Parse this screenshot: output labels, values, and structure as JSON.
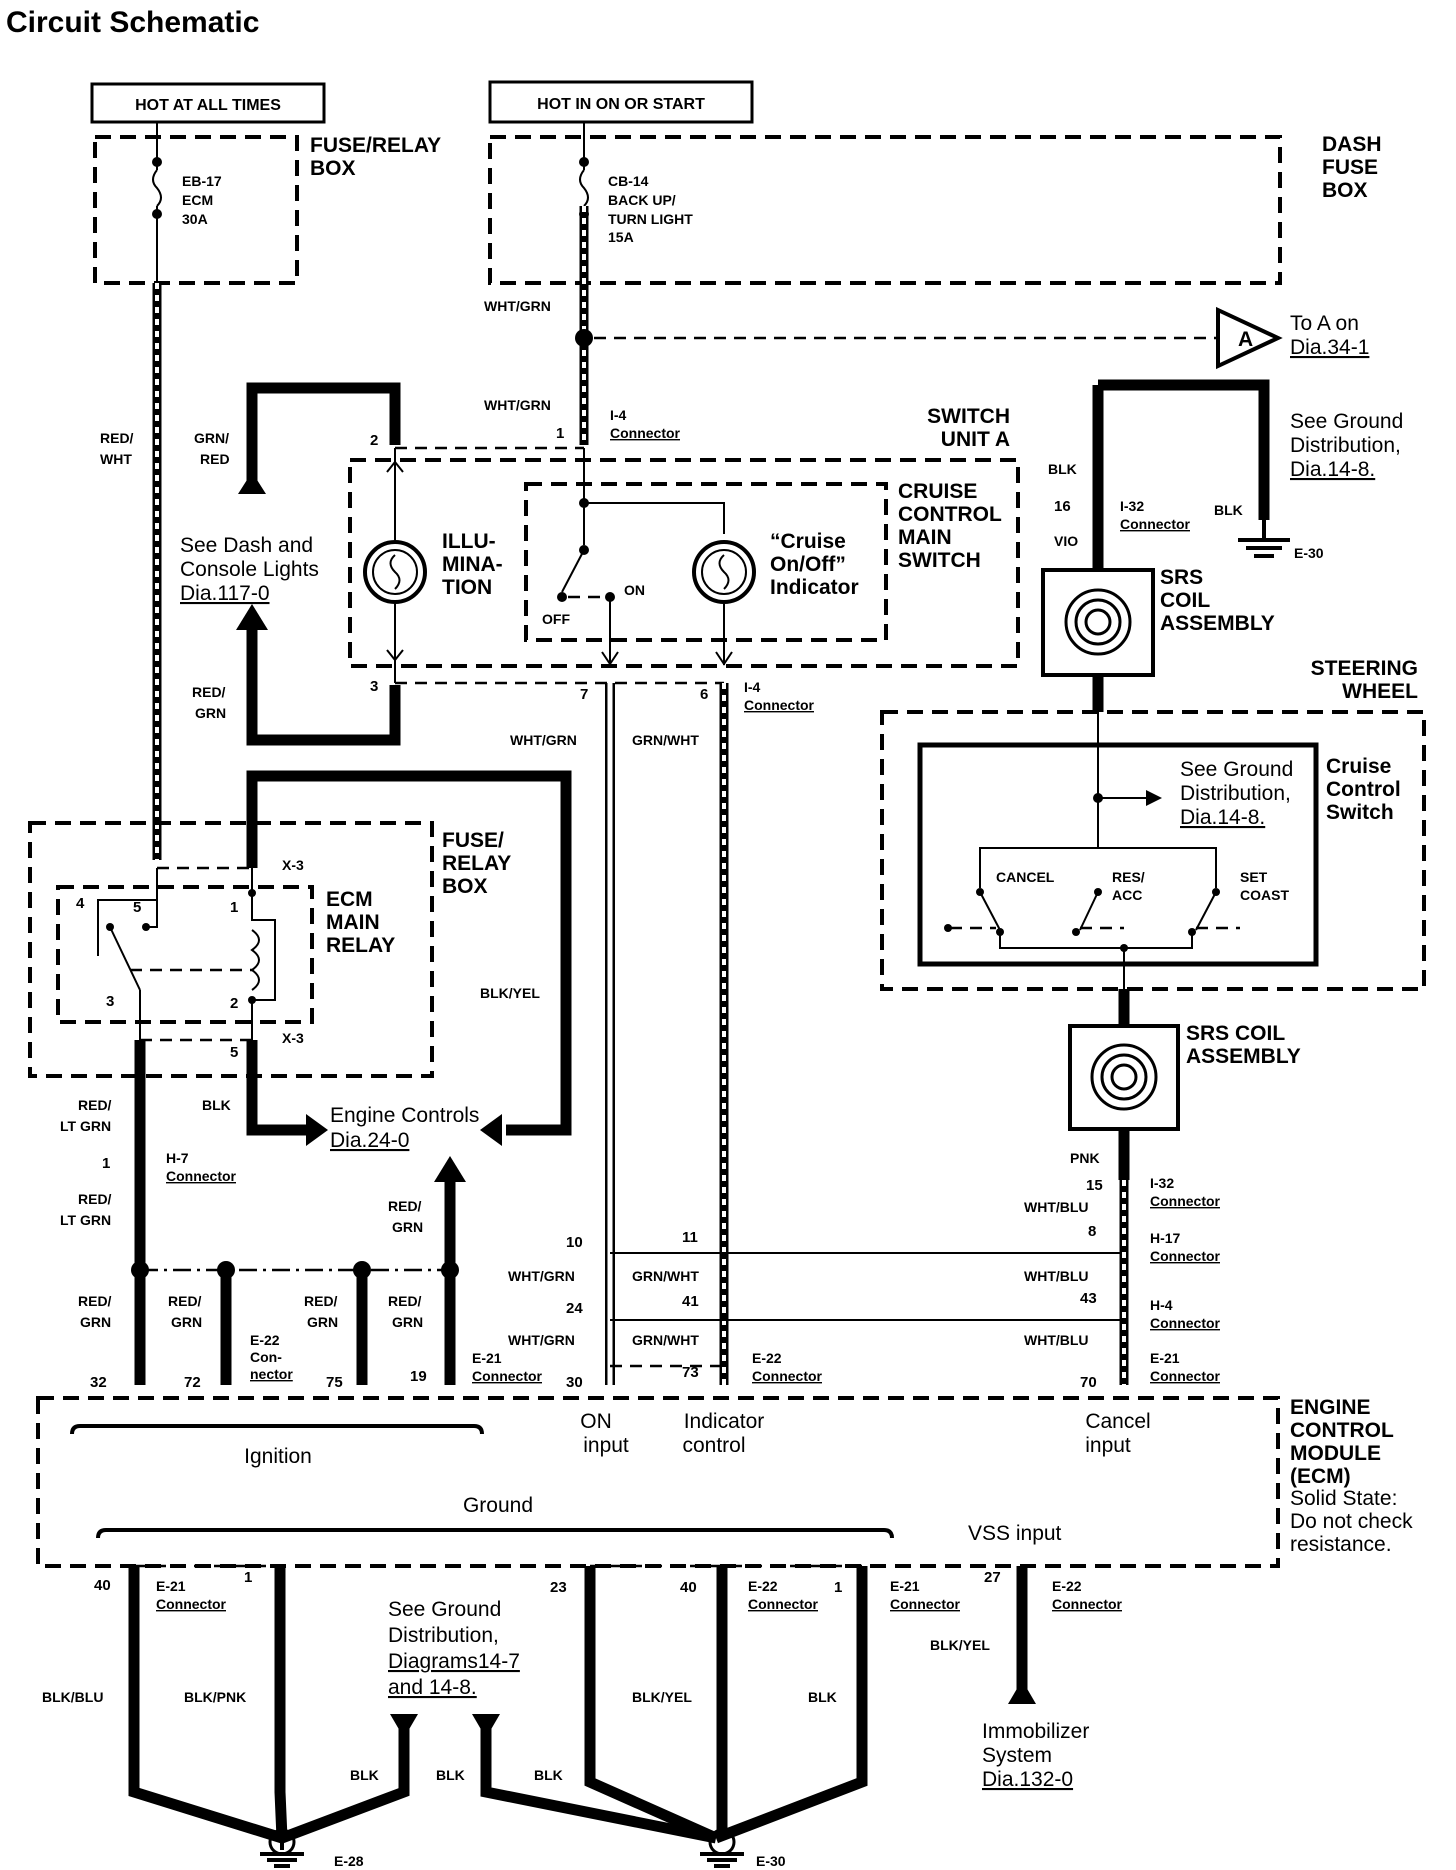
{
  "title": "Circuit Schematic",
  "power": {
    "hot_all_times": "HOT AT ALL TIMES",
    "hot_on_start": "HOT IN ON OR START"
  },
  "boxes": {
    "fuse_relay_top_1": "FUSE/RELAY",
    "fuse_relay_top_2": "BOX",
    "dash_fuse_1": "DASH",
    "dash_fuse_2": "FUSE",
    "dash_fuse_3": "BOX",
    "switch_unit_1": "SWITCH",
    "switch_unit_2": "UNIT A",
    "cruise_main_1": "CRUISE",
    "cruise_main_2": "CONTROL",
    "cruise_main_3": "MAIN",
    "cruise_main_4": "SWITCH",
    "fuse_relay_mid_1": "FUSE/",
    "fuse_relay_mid_2": "RELAY",
    "fuse_relay_mid_3": "BOX",
    "ecm_relay_1": "ECM",
    "ecm_relay_2": "MAIN",
    "ecm_relay_3": "RELAY",
    "steering_1": "STEERING",
    "steering_2": "WHEEL",
    "cruise_sw_1": "Cruise",
    "cruise_sw_2": "Control",
    "cruise_sw_3": "Switch",
    "srs1_1": "SRS",
    "srs1_2": "COIL",
    "srs1_3": "ASSEMBLY",
    "srs2_1": "SRS COIL",
    "srs2_2": "ASSEMBLY",
    "ecm_1": "ENGINE",
    "ecm_2": "CONTROL",
    "ecm_3": "MODULE",
    "ecm_4": "(ECM)",
    "ecm_5": "Solid State:",
    "ecm_6": "Do not check",
    "ecm_7": "resistance."
  },
  "fuses": {
    "eb17_1": "EB-17",
    "eb17_2": "ECM",
    "eb17_3": "30A",
    "cb14_1": "CB-14",
    "cb14_2": "BACK UP/",
    "cb14_3": "TURN LIGHT",
    "cb14_4": "15A"
  },
  "switch_labels": {
    "illum_1": "ILLU-",
    "illum_2": "MINA-",
    "illum_3": "TION",
    "indicator_1": "“Cruise",
    "indicator_2": "On/Off”",
    "indicator_3": "Indicator",
    "off": "OFF",
    "on": "ON",
    "cancel": "CANCEL",
    "res_1": "RES/",
    "res_2": "ACC",
    "set_1": "SET",
    "set_2": "COAST"
  },
  "wires": {
    "wht_grn": "WHT/GRN",
    "grn_wht": "GRN/WHT",
    "red": "RED/",
    "wht": "WHT",
    "grn_slash": "GRN/",
    "red_word": "RED",
    "grn": "GRN",
    "lt_grn": "LT GRN",
    "blk": "BLK",
    "blk_yel": "BLK/YEL",
    "vio": "VIO",
    "pnk": "PNK",
    "wht_blu": "WHT/BLU",
    "blk_blu": "BLK/BLU",
    "blk_pnk": "BLK/PNK"
  },
  "connectors": {
    "connector": "Connector",
    "i4": "I-4",
    "i32": "I-32",
    "h7": "H-7",
    "h17": "H-17",
    "h4": "H-4",
    "e21": "E-21",
    "e22": "E-22",
    "e22_con": "Con-",
    "e22_nector": "nector",
    "x3": "X-3",
    "e30": "E-30",
    "e28": "E-28"
  },
  "pins": {
    "p1": "1",
    "p2": "2",
    "p3": "3",
    "p4": "4",
    "p5": "5",
    "p6": "6",
    "p7": "7",
    "p8": "8",
    "p10": "10",
    "p11": "11",
    "p15": "15",
    "p16": "16",
    "p19": "19",
    "p23": "23",
    "p24": "24",
    "p27": "27",
    "p30": "30",
    "p32": "32",
    "p40": "40",
    "p41": "41",
    "p43": "43",
    "p70": "70",
    "p72": "72",
    "p73": "73",
    "p75": "75"
  },
  "notes": {
    "to_a_1": "To A  on",
    "to_a_2": "Dia.34-1",
    "a_letter": "A",
    "ground_dist_1": "See Ground",
    "ground_dist_2": "Distribution,",
    "ground_dist_3": "Dia.14-8.",
    "ground_dist_sw_1": "See Ground",
    "ground_dist_sw_2": "Distribution,",
    "ground_dist_sw_3": "Dia.14-8.",
    "dash_lights_1": "See Dash and",
    "dash_lights_2": "Console Lights",
    "dash_lights_3": "Dia.117-0",
    "engine_controls_1": "Engine Controls",
    "engine_controls_2": "Dia.24-0",
    "ground_diag_1": "See Ground",
    "ground_diag_2": "Distribution,",
    "ground_diag_3": "Diagrams14-7",
    "ground_diag_4": "and 14-8.",
    "immob_1": "Immobilizer",
    "immob_2": "System",
    "immob_3": "Dia.132-0"
  },
  "ecm_labels": {
    "ignition": "Ignition",
    "on_input_1": "ON",
    "on_input_2": "input",
    "ind_ctrl_1": "Indicator",
    "ind_ctrl_2": "control",
    "cancel_1": "Cancel",
    "cancel_2": "input",
    "ground": "Ground",
    "vss": "VSS input"
  }
}
